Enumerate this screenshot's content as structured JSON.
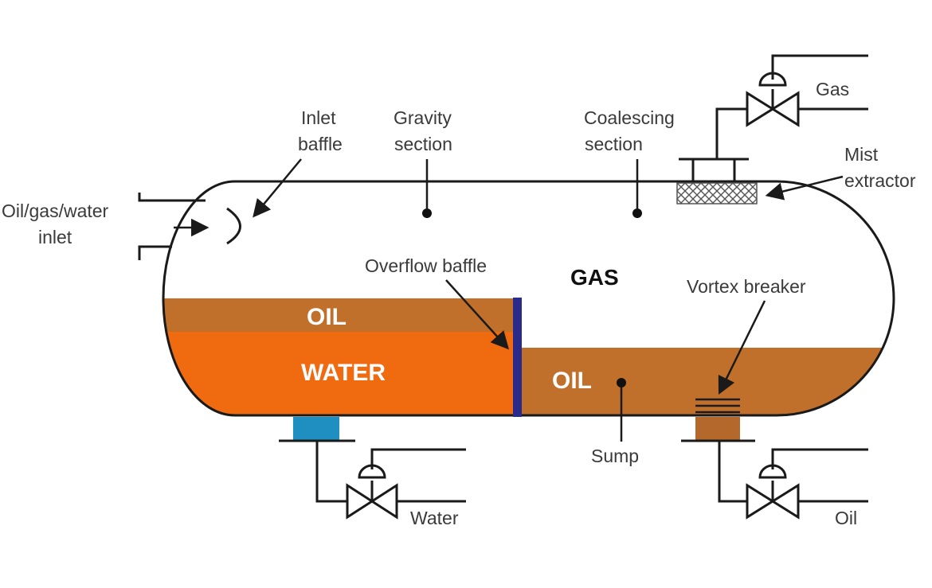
{
  "labels": {
    "inlet": [
      "Oil/gas/water",
      "inlet"
    ],
    "inlet_baffle": [
      "Inlet",
      "baffle"
    ],
    "gravity_section": [
      "Gravity",
      "section"
    ],
    "coalescing_section": [
      "Coalescing",
      "section"
    ],
    "mist_extractor": [
      "Mist",
      "extractor"
    ],
    "gas_outlet": "Gas",
    "overflow_baffle": "Overflow baffle",
    "vortex_breaker": "Vortex breaker",
    "sump": "Sump",
    "water_outlet": "Water",
    "oil_outlet": "Oil"
  },
  "phases": {
    "gas": "GAS",
    "oil_left": "OIL",
    "water": "WATER",
    "oil_right": "OIL"
  },
  "colors": {
    "oil": "#c0702a",
    "water": "#f06a10",
    "overflow_baffle": "#2a2a8a",
    "water_nozzle": "#1e8fc0",
    "oil_nozzle": "#b5682b",
    "outline": "#1a1a1a"
  }
}
